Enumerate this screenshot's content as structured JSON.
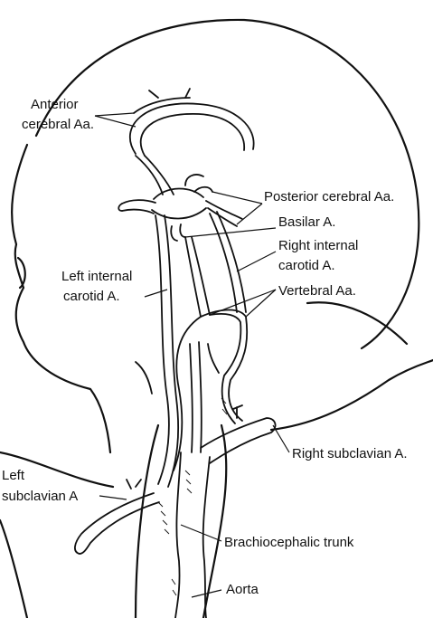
{
  "labels": {
    "anterior_cerebral": [
      "Anterior",
      "cerebral Aa."
    ],
    "posterior_cerebral": "Posterior cerebral Aa.",
    "basilar": "Basilar A.",
    "right_internal_carotid": [
      "Right internal",
      "carotid A."
    ],
    "left_internal_carotid": [
      "Left internal",
      "carotid A."
    ],
    "vertebral": "Vertebral Aa.",
    "right_subclavian": "Right subclavian A.",
    "left_subclavian": [
      "Left",
      "subclavian A"
    ],
    "brachiocephalic": "Brachiocephalic trunk",
    "aorta": "Aorta"
  }
}
